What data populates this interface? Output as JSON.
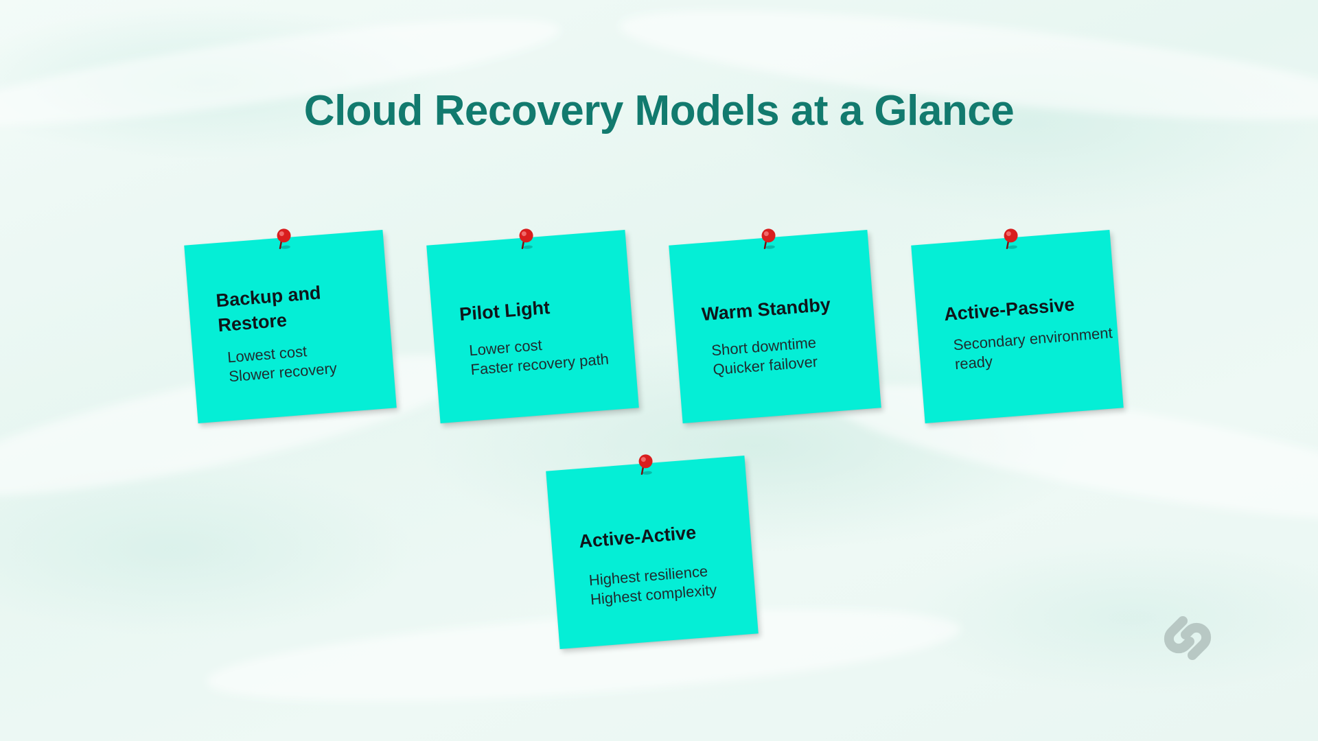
{
  "title": "Cloud Recovery Models at a Glance",
  "colors": {
    "title": "#127a6e",
    "note": "#05eed6",
    "pin": "#d91e1e",
    "logo": "#b8c8c4"
  },
  "notes": [
    {
      "title": "Backup and Restore",
      "lines": [
        "Lowest cost",
        "Slower recovery"
      ]
    },
    {
      "title": "Pilot Light",
      "lines": [
        "Lower cost",
        "Faster recovery path"
      ]
    },
    {
      "title": "Warm Standby",
      "lines": [
        "Short downtime",
        "Quicker failover"
      ]
    },
    {
      "title": "Active-Passive",
      "lines": [
        "Secondary environment",
        "ready"
      ]
    },
    {
      "title": "Active-Active",
      "lines": [
        "Highest resilience",
        "Highest complexity"
      ]
    }
  ],
  "icons": {
    "pin": "pushpin-icon",
    "logo": "brand-logo-icon"
  }
}
